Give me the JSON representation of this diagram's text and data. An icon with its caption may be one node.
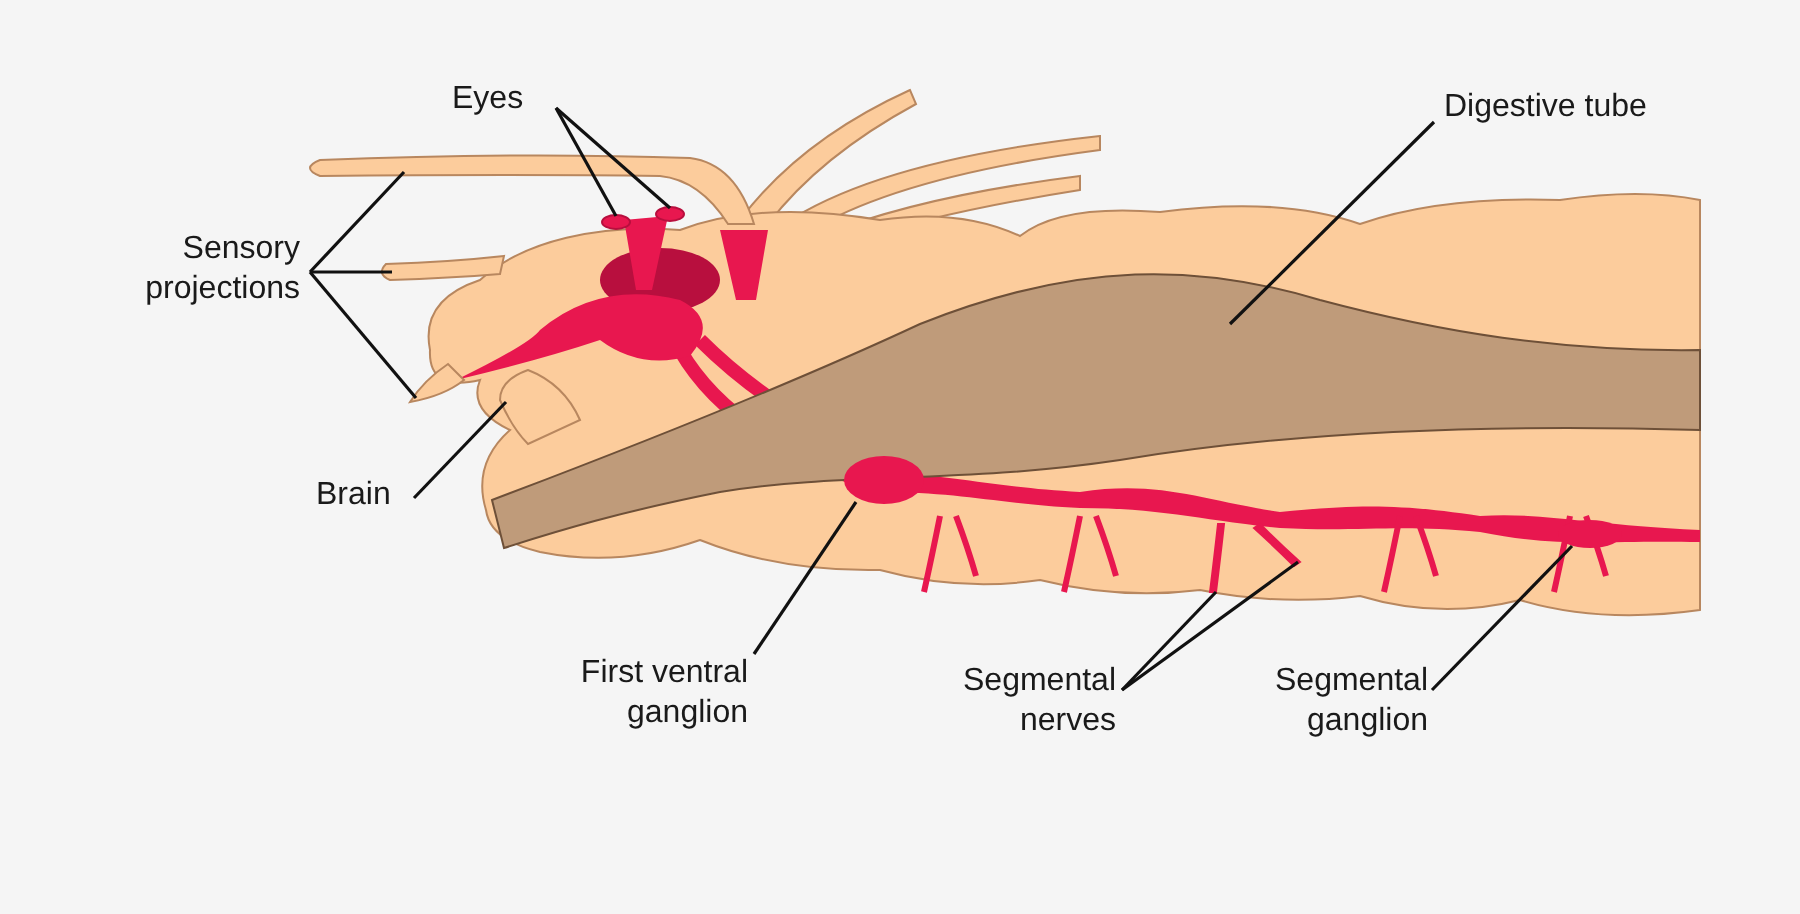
{
  "diagram": {
    "nodes": [
      {
        "text": [
          "Eyes"
        ]
      },
      {
        "text": [],
        "shape": "circle"
      },
      {
        "text": [],
        "shape": "circle"
      },
      {
        "text": [
          "Sensory projections"
        ]
      },
      {
        "text": [],
        "shape": "picture"
      },
      {
        "text": [],
        "shape": "picture"
      },
      {
        "text": [],
        "shape": "picture"
      },
      {
        "text": [
          "Digestive tube"
        ]
      },
      {
        "text": [],
        "shape": "picture"
      },
      {
        "text": [
          "Brain"
        ]
      },
      {
        "text": [],
        "shape": "picture"
      },
      {
        "text": [
          "First ventral ganglion"
        ]
      },
      {
        "text": [],
        "shape": "circle"
      },
      {
        "text": [
          "Segmental nerves"
        ]
      },
      {
        "text": [],
        "shape": "picture"
      },
      {
        "text": [],
        "shape": "picture"
      },
      {
        "text": [
          "Segmental ganglion"
        ]
      },
      {
        "text": [],
        "shape": "circle"
      }
    ],
    "edges": [
      {
        "from": 0,
        "to": 1,
        "arrow": "none"
      },
      {
        "from": 0,
        "to": 2,
        "arrow": "none"
      },
      {
        "from": 3,
        "to": 4,
        "arrow": "none"
      },
      {
        "from": 3,
        "to": 5,
        "arrow": "none"
      },
      {
        "from": 3,
        "to": 6,
        "arrow": "none"
      },
      {
        "from": 7,
        "to": 8,
        "arrow": "none"
      },
      {
        "from": 9,
        "to": 10,
        "arrow": "none"
      },
      {
        "from": 11,
        "to": 12,
        "arrow": "none"
      },
      {
        "from": 13,
        "to": 14,
        "arrow": "none"
      },
      {
        "from": 13,
        "to": 15,
        "arrow": "none"
      },
      {
        "from": 16,
        "to": 17,
        "arrow": "none"
      }
    ]
  }
}
